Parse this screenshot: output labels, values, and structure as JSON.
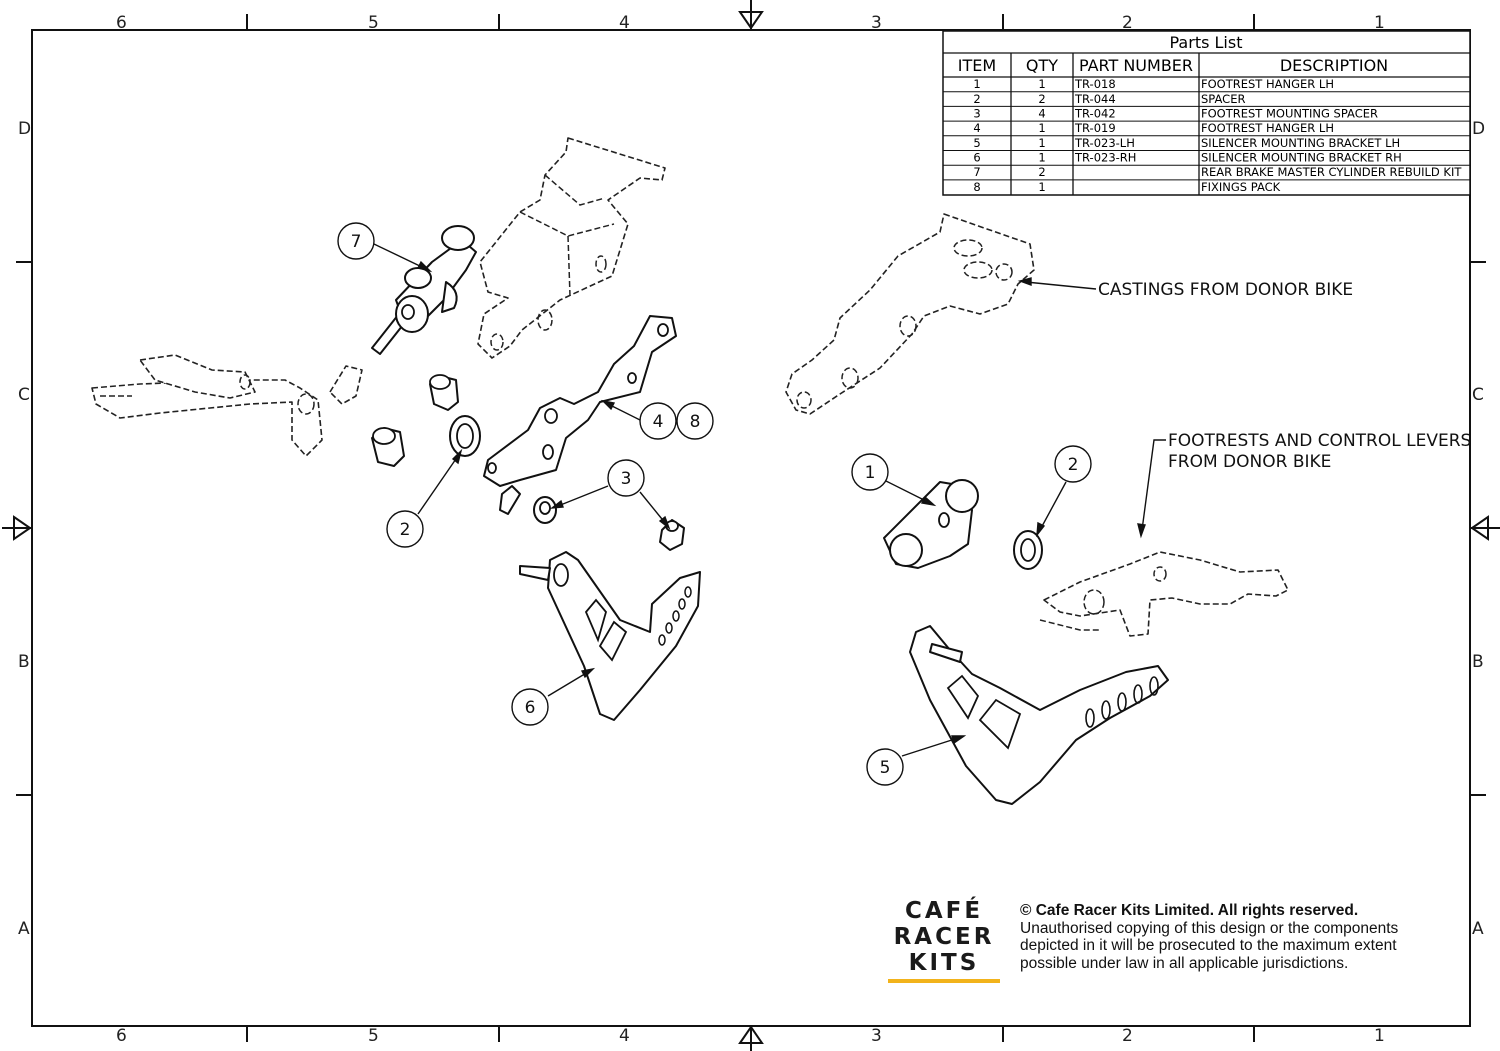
{
  "zones": {
    "columns": [
      "6",
      "5",
      "4",
      "3",
      "2",
      "1"
    ],
    "rows": [
      "D",
      "C",
      "B",
      "A"
    ]
  },
  "parts_list": {
    "title": "Parts List",
    "headers": [
      "ITEM",
      "QTY",
      "PART NUMBER",
      "DESCRIPTION"
    ],
    "rows": [
      [
        "1",
        "1",
        "TR-018",
        "FOOTREST HANGER LH"
      ],
      [
        "2",
        "2",
        "TR-044",
        "SPACER"
      ],
      [
        "3",
        "4",
        "TR-042",
        "FOOTREST MOUNTING SPACER"
      ],
      [
        "4",
        "1",
        "TR-019",
        "FOOTREST HANGER LH"
      ],
      [
        "5",
        "1",
        "TR-023-LH",
        "SILENCER MOUNTING BRACKET LH"
      ],
      [
        "6",
        "1",
        "TR-023-RH",
        "SILENCER MOUNTING BRACKET RH"
      ],
      [
        "7",
        "2",
        "",
        "REAR BRAKE MASTER CYLINDER REBUILD KIT"
      ],
      [
        "8",
        "1",
        "",
        "FIXINGS PACK"
      ]
    ]
  },
  "balloons": [
    "7",
    "2",
    "4",
    "8",
    "3",
    "6",
    "1",
    "2",
    "5"
  ],
  "callouts": {
    "castings": "CASTINGS FROM DONOR BIKE",
    "footrests_line1": "FOOTRESTS AND CONTROL LEVERS",
    "footrests_line2": "FROM DONOR BIKE"
  },
  "logo": {
    "line1": "CAFÉ",
    "line2": "RACER",
    "line3": "KITS",
    "accent_color": "#f2b31b"
  },
  "copyright": {
    "line1": "© Cafe Racer Kits Limited. All rights reserved.",
    "line2": "Unauthorised copying of this design or the components",
    "line3": "depicted in it will be prosecuted to the maximum extent",
    "line4": "possible under law in all applicable jurisdictions."
  }
}
